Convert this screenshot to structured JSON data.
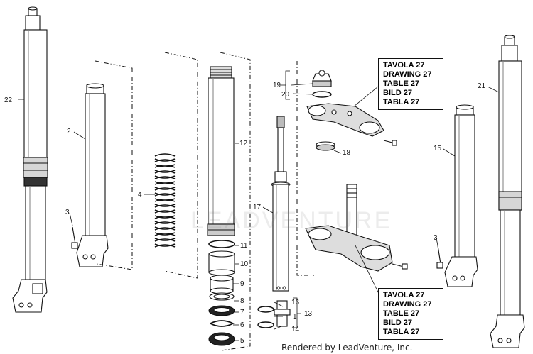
{
  "callouts": {
    "top": [
      "TAVOLA 27",
      "DRAWING 27",
      "TABLE 27",
      "BILD 27",
      "TABLA 27"
    ],
    "bottom": [
      "TAVOLA 27",
      "DRAWING 27",
      "TABLE 27",
      "BILD 27",
      "TABLA 27"
    ]
  },
  "parts": {
    "p1": "1",
    "p2": "2",
    "p3a": "3",
    "p3b": "3",
    "p4": "4",
    "p5": "5",
    "p6": "6",
    "p7": "7",
    "p8": "8",
    "p9": "9",
    "p10": "10",
    "p11": "11",
    "p12": "12",
    "p13": "13",
    "p14": "14",
    "p15": "15",
    "p16": "16",
    "p17": "17",
    "p18": "18",
    "p19": "19",
    "p20": "20",
    "p21": "21",
    "p22": "22"
  },
  "footer": "Rendered by LeadVenture, Inc.",
  "watermark": "LEADVENTURE",
  "colors": {
    "line": "#111111",
    "fill": "#ffffff",
    "shade": "#cfcfcf",
    "dark": "#555555"
  }
}
